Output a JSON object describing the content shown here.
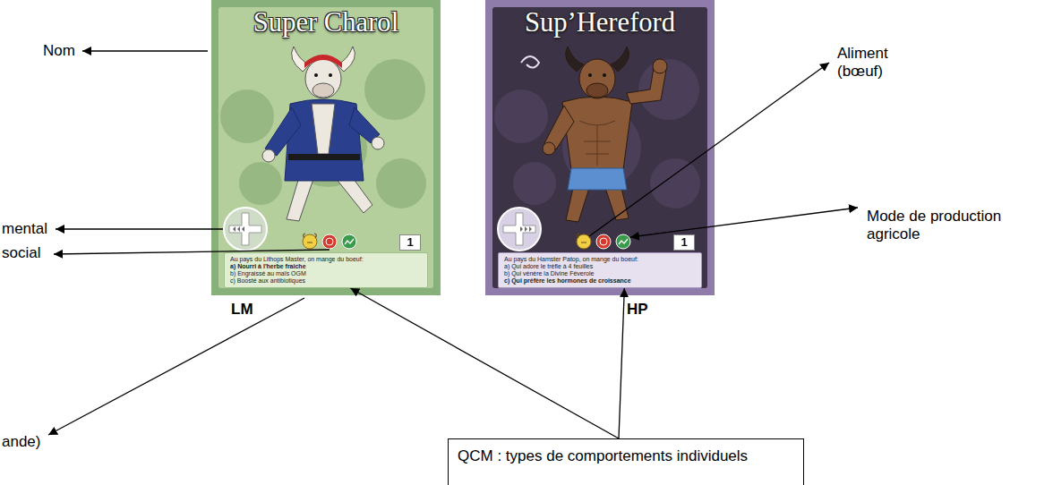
{
  "diagram": {
    "nodes": [
      {
        "text": [
          "Super Charol"
        ]
      },
      {
        "text": [
          "Au pays du Lithops Master, on mange du boeuf:",
          "a) Nourri à l'herbe fraiche",
          "b) Engraissé au maïs OGM",
          "c) Boosté aux antibiotiques"
        ],
        "in": 0
      },
      {
        "text": [
          "1"
        ],
        "in": 0
      },
      {
        "text": [
          "Sup’Hereford"
        ]
      },
      {
        "text": [
          "Au pays du Hamster Patop, on mange du boeuf:",
          "a) Qui adore le trèfle à 4 feuilles",
          "b) Qui vénère la Divine Féverole",
          "c) Qui préfère les hormones de croissance"
        ],
        "in": 3
      },
      {
        "text": [
          "1"
        ],
        "in": 3
      },
      {
        "text": [
          "QCM : types de comportements individuels"
        ]
      }
    ],
    "edges": [
      {
        "from": 6,
        "to": 1,
        "arrow": "to"
      },
      {
        "from": 6,
        "to": 4,
        "arrow": "to"
      }
    ],
    "labels": [
      "Nom",
      "mental",
      "social",
      "ande)",
      "Aliment (bœuf)",
      "Mode de production agricole",
      "LM",
      "HP"
    ]
  }
}
